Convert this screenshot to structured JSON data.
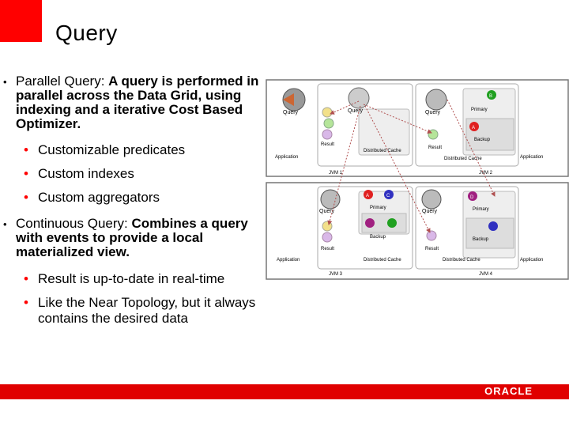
{
  "title": "Query",
  "bullets": [
    {
      "lead": "Parallel Query: ",
      "rest": "A query is performed in parallel across the Data Grid, using indexing and a iterative Cost Based Optimizer.",
      "subs": [
        "Customizable predicates",
        "Custom indexes",
        "Custom aggregators"
      ]
    },
    {
      "lead": "Continuous Query: ",
      "rest": "Combines a query with events to provide a local materialized view.",
      "subs": [
        "Result is up-to-date in real-time",
        "Like the Near Topology, but it always contains the desired data"
      ]
    }
  ],
  "diagram": {
    "query_label": "Query",
    "result_label": "Result",
    "primary_label": "Primary",
    "backup_label": "Backup",
    "distributed_cache_label": "Distributed Cache",
    "application_label": "Application",
    "jvm_labels": [
      "JVM 1",
      "JVM 2",
      "JVM 3",
      "JVM 4"
    ],
    "partition_letters": [
      "A",
      "B",
      "C",
      "D"
    ],
    "colors": {
      "A": "#e02020",
      "B": "#20a020",
      "C": "#3030c0",
      "D": "#a02080"
    }
  },
  "footer": {
    "logo": "ORACLE"
  },
  "colors": {
    "accent": "#ff0000",
    "footer": "#e00000"
  }
}
